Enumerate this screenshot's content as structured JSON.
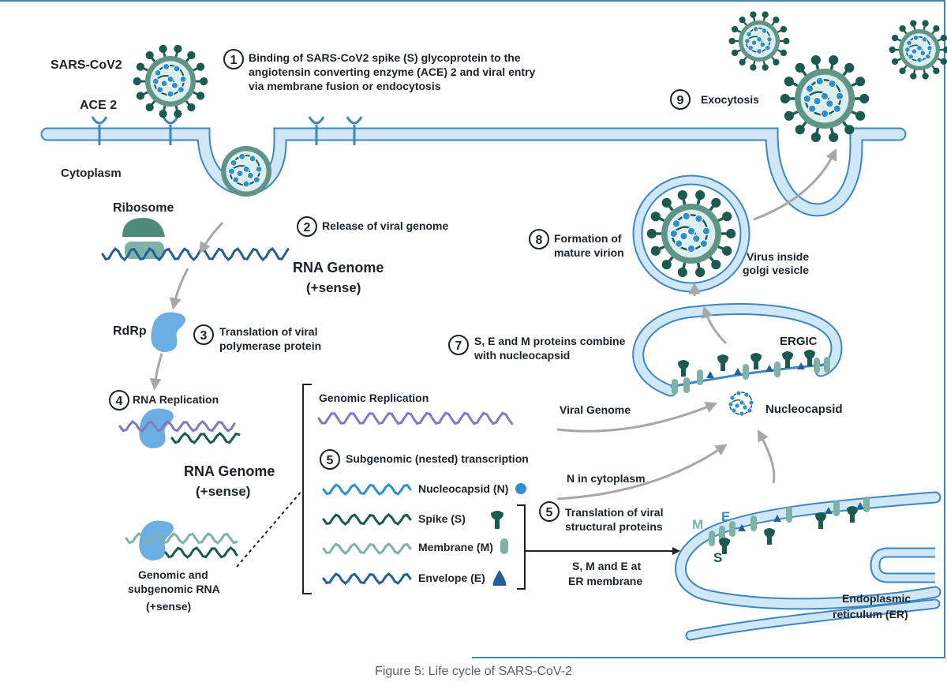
{
  "caption": "Figure 5: Life cycle of SARS-CoV-2",
  "labels": {
    "sarscov2": "SARS-CoV2",
    "ace2": "ACE 2",
    "cytoplasm": "Cytoplasm",
    "ribosome": "Ribosome",
    "rna_genome_top": "RNA Genome",
    "rna_genome_top_sense": "(+sense)",
    "rdrp": "RdRp",
    "rna_genome_mid": "RNA Genome",
    "rna_genome_mid_sense": "(+sense)",
    "genomic_sub_1": "Genomic and",
    "genomic_sub_2": "subgenomic RNA",
    "genomic_sub_3": "(+sense)",
    "genomic_replication": "Genomic Replication",
    "nucleocapsid_n": "Nucleocapsid (N)",
    "spike_s": "Spike (S)",
    "membrane_m": "Membrane (M)",
    "envelope_e": "Envelope (E)",
    "viral_genome": "Viral Genome",
    "n_in_cytoplasm": "N in cytoplasm",
    "sme_1": "S, M and E at",
    "sme_2": "ER membrane",
    "nucleocapsid": "Nucleocapsid",
    "ergic": "ERGIC",
    "virus_inside_1": "Virus inside",
    "virus_inside_2": "golgi vesicle",
    "er_1": "Endoplasmic",
    "er_2": "reticulum (ER)",
    "m_letter": "M",
    "e_letter": "E",
    "s_letter": "S"
  },
  "steps": [
    {
      "num": "1",
      "lines": [
        "Binding of SARS-CoV2 spike (S) glycoprotein to the",
        "angiotensin converting enzyme (ACE) 2 and viral entry",
        "via membrane fusion or endocytosis"
      ]
    },
    {
      "num": "2",
      "lines": [
        "Release of viral genome"
      ]
    },
    {
      "num": "3",
      "lines": [
        "Translation of viral",
        "polymerase protein"
      ]
    },
    {
      "num": "4",
      "lines": [
        "RNA Replication"
      ]
    },
    {
      "num": "5",
      "lines": [
        "Subgenomic (nested) transcription"
      ]
    },
    {
      "num": "5",
      "lines": [
        "Translation of viral",
        "structural proteins"
      ]
    },
    {
      "num": "7",
      "lines": [
        "S, E and M proteins combine",
        "with nucleocapsid"
      ]
    },
    {
      "num": "8",
      "lines": [
        "Formation of",
        "mature virion"
      ]
    },
    {
      "num": "9",
      "lines": [
        "Exocytosis"
      ]
    }
  ],
  "colors": {
    "membrane_fill": "#cfe7f6",
    "membrane_stroke": "#3e86c0",
    "virus_spike": "#1b5a4f",
    "virus_ring": "#5f9486",
    "virus_core": "#dbeef0",
    "ribosome": "#4e8b78",
    "rdrp": "#6aaee2",
    "wave_purple": "#8577c2",
    "wave_blue": "#2d8fcf",
    "wave_darkgreen": "#1b5a4f",
    "wave_sage": "#7fb2a6",
    "wave_navy": "#245f97",
    "arrow_gray": "#a5a7aa",
    "text": "#1d2228"
  }
}
